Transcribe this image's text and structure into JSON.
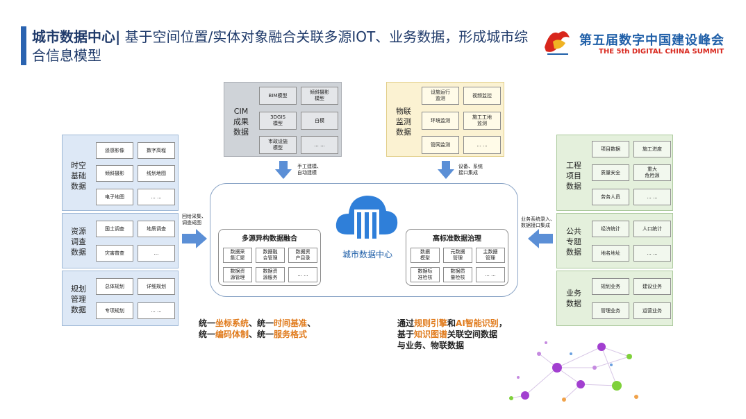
{
  "title": {
    "prefix": "城市数据中心|",
    "text": " 基于空间位置/实体对象融合关联多源IOT、业务数据，形成城市综合信息模型"
  },
  "logo": {
    "name": "第五届数字中国建设峰会",
    "english": "THE 5th DIGITAL CHINA SUMMIT"
  },
  "left_panels": [
    {
      "label": "时空\n基础\n数据",
      "cells": [
        "遥感影像",
        "数字高程",
        "倾斜摄影",
        "线划地图",
        "电子地图",
        "... ..."
      ]
    },
    {
      "label": "资源\n调查\n数据",
      "cells": [
        "国土调查",
        "地质调查",
        "灾害普查",
        "..."
      ]
    },
    {
      "label": "规划\n管理\n数据",
      "cells": [
        "总体规划",
        "详细规划",
        "专项规划",
        "... ..."
      ]
    }
  ],
  "cim_panel": {
    "label": "CIM\n成果\n数据",
    "cells": [
      "BIM模型",
      "倾斜摄影\n模型",
      "3DGIS\n模型",
      "白模",
      "市政设施\n模型",
      "... ..."
    ]
  },
  "iot_panel": {
    "label": "物联\n监测\n数据",
    "cells": [
      "设施运行\n监测",
      "视频监控",
      "环境监测",
      "施工工地\n监测",
      "管网监测",
      "... ..."
    ]
  },
  "right_panels": [
    {
      "label": "工程\n项目\n数据",
      "cells": [
        "项目数据",
        "施工进度",
        "质量安全",
        "重大\n危险源",
        "劳务人员",
        "... ..."
      ]
    },
    {
      "label": "公共\n专题\n数据",
      "cells": [
        "经济统计",
        "人口统计",
        "地名地址",
        "... ..."
      ]
    },
    {
      "label": "业务\n数据",
      "cells": [
        "规划业务",
        "建设业务",
        "管理业务",
        "运营业务"
      ]
    }
  ],
  "arrow_notes": {
    "left": "回给采集、\n调查成图",
    "cim": "手工建模、\n自动建模",
    "iot": "设备、系统\n接口集成",
    "right": "业务系统录入、\n数据接口集成"
  },
  "hub": {
    "center_label": "城市数据中心",
    "fusion": {
      "title": "多源异构数据融合",
      "cells": [
        "数据采\n集汇聚",
        "数据融\n合管理",
        "数据资\n产目录",
        "数据资\n源管理",
        "数据资\n源服务",
        "... ..."
      ]
    },
    "governance": {
      "title": "高标准数据治理",
      "cells": [
        "数据\n模型",
        "元数据\n管理",
        "主数据\n管理",
        "数据标\n准检核",
        "数据质\n量检核",
        "... ..."
      ]
    }
  },
  "captions": {
    "left": [
      [
        [
          "统一",
          false
        ],
        [
          "坐标系统",
          true
        ],
        [
          "、统一",
          false
        ],
        [
          "时间基准",
          true
        ],
        [
          "、",
          false
        ]
      ],
      [
        [
          "统一",
          false
        ],
        [
          "编码体制",
          true
        ],
        [
          "、统一",
          false
        ],
        [
          "服务格式",
          true
        ]
      ]
    ],
    "right": [
      [
        [
          "通过",
          false
        ],
        [
          "规则引擎",
          true
        ],
        [
          "和",
          false
        ],
        [
          "AI智能识别",
          true
        ],
        [
          "，",
          false
        ]
      ],
      [
        [
          "基于",
          false
        ],
        [
          "知识图谱",
          true
        ],
        [
          "关联空间数据",
          false
        ]
      ],
      [
        [
          "与业务、物联数据",
          false
        ]
      ]
    ]
  },
  "colors": {
    "accent": "#2a63b0",
    "highlight": "#e07a1b",
    "graph_nodes": [
      "#a23fd0",
      "#7fd13b",
      "#c58ae0",
      "#f0a24a",
      "#6aa0e0"
    ]
  }
}
